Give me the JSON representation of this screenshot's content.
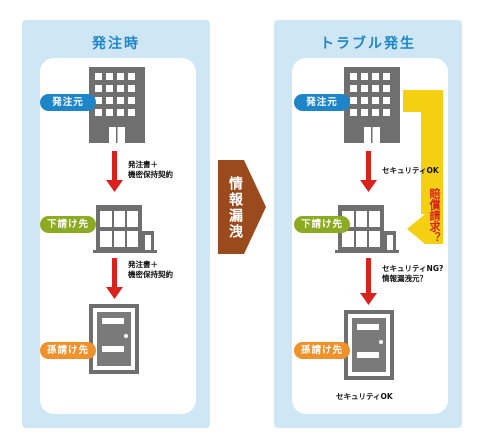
{
  "left_panel": {
    "title": "発注時",
    "orderer_label": "発注元",
    "subcontractor_label": "下請け先",
    "sub_subcontractor_label": "孫請け先",
    "note1_line1": "発注書＋",
    "note1_line2": "機密保持契約",
    "note2_line1": "発注書＋",
    "note2_line2": "機密保持契約"
  },
  "center_arrow": {
    "label": "情報漏洩"
  },
  "right_panel": {
    "title": "トラブル発生",
    "orderer_label": "発注元",
    "subcontractor_label": "下請け先",
    "sub_subcontractor_label": "孫請け先",
    "security_ok_1": "セキュリティOK",
    "security_ng_line1": "セキュリティNG?",
    "security_ng_line2": "情報漏洩元？",
    "security_ok_2": "セキュリティOK",
    "claim_text": "賠償請求？"
  },
  "colors": {
    "panel_bg": "#cfe6f5",
    "title_blue": "#1e86c8",
    "orderer_pill": "#1e86c8",
    "subcontractor_pill": "#8dab22",
    "sub_subcontractor_pill": "#f0922b",
    "flow_arrow": "#d9211e",
    "leak_arrow": "#9a4a1c",
    "claim_arrow": "#f5cf12"
  }
}
